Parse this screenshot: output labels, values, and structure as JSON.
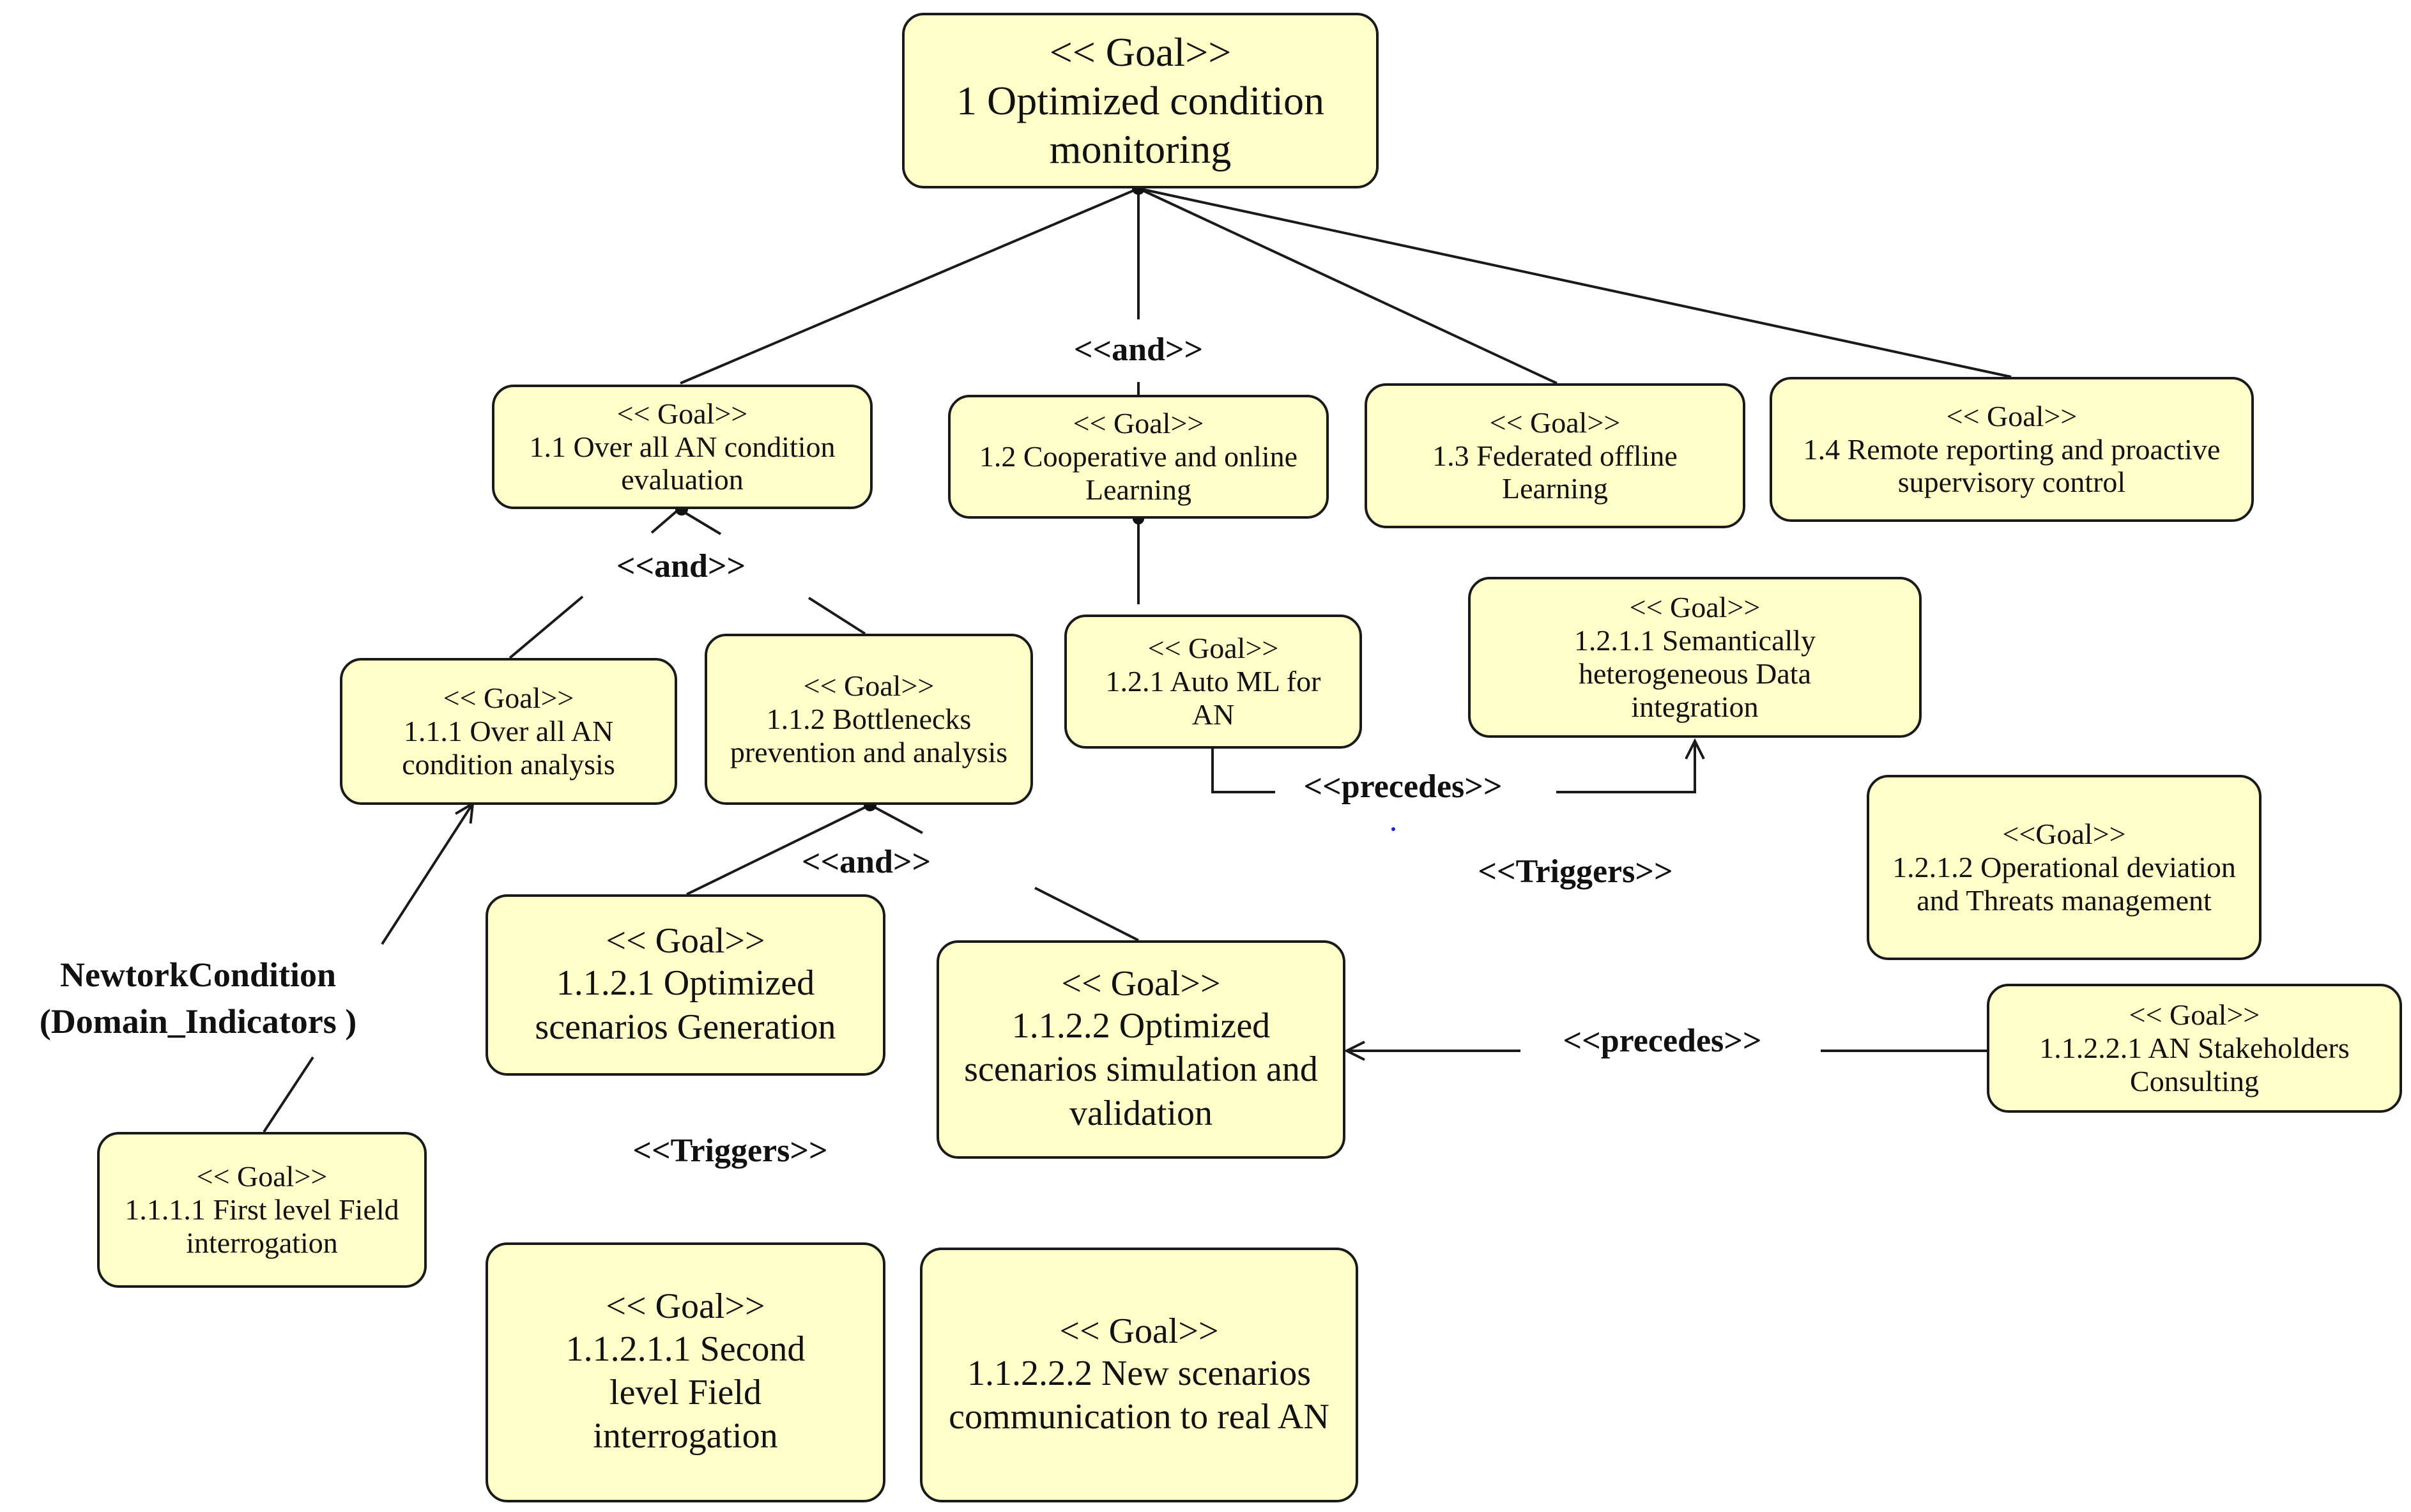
{
  "diagram": {
    "stereotype_goal": "<< Goal>>",
    "colors": {
      "goal_fill": "#fefec8",
      "stroke": "#1a1a1a",
      "accent_dot": "#2323d6"
    },
    "goals": {
      "g1": {
        "stereotype": "<< Goal>>",
        "label": "1 Optimized condition monitoring"
      },
      "g1_1": {
        "stereotype": "<< Goal>>",
        "label": "1.1 Over all AN condition evaluation"
      },
      "g1_2": {
        "stereotype": "<< Goal>>",
        "label": "1.2 Cooperative and online Learning"
      },
      "g1_3": {
        "stereotype": "<< Goal>>",
        "label": "1.3  Federated offline Learning"
      },
      "g1_4": {
        "stereotype": "<< Goal>>",
        "label": "1.4 Remote reporting and proactive supervisory control"
      },
      "g1_1_1": {
        "stereotype": "<< Goal>>",
        "label": "1.1.1  Over all AN condition analysis"
      },
      "g1_1_2": {
        "stereotype": "<< Goal>>",
        "label": "1.1.2  Bottlenecks prevention  and analysis"
      },
      "g1_2_1": {
        "stereotype": "<< Goal>>",
        "label": "1.2.1  Auto ML for AN"
      },
      "g1_2_1_1": {
        "stereotype": "<< Goal>>",
        "label": "1.2.1.1 Semantically heterogeneous Data integration"
      },
      "g1_2_1_2": {
        "stereotype": "<<Goal>>",
        "label": "1.2.1.2 Operational deviation and  Threats management"
      },
      "g1_1_1_1": {
        "stereotype": "<< Goal>>",
        "label": "1.1.1.1  First level Field interrogation"
      },
      "g1_1_2_1": {
        "stereotype": "<< Goal>>",
        "label": "1.1.2.1  Optimized scenarios Generation"
      },
      "g1_1_2_2": {
        "stereotype": "<< Goal>>",
        "label": "1.1.2.2  Optimized scenarios simulation and validation"
      },
      "g1_1_2_2_1": {
        "stereotype": "<< Goal>>",
        "label": "1.1.2.2.1 AN Stakeholders Consulting"
      },
      "g1_1_2_1_1": {
        "stereotype": "<< Goal>>",
        "label": "1.1.2.1.1 Second level Field interrogation"
      },
      "g1_1_2_2_2": {
        "stereotype": "<< Goal>>",
        "label": "1.1.2.2.2 New scenarios communication to real AN"
      }
    },
    "relations": {
      "and_top": "<<and>>",
      "and_1_1": "<<and>>",
      "and_1_1_2": "<<and>>",
      "precedes_upper": "<<precedes>>",
      "precedes_lower": "<<precedes>>",
      "triggers_right": "<<Triggers>>",
      "triggers_left": "<<Triggers>>"
    },
    "domain_label": {
      "line1": "NewtorkCondition",
      "line2": "(Domain_Indicators )"
    }
  }
}
